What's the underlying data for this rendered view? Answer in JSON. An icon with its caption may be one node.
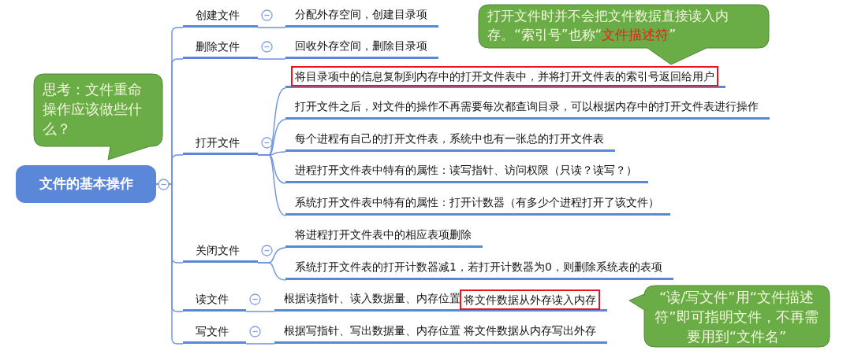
{
  "diagram": {
    "nodes": [
      {
        "text": [
          "文件的基本操作"
        ]
      },
      {
        "text": [
          "创建文件"
        ]
      },
      {
        "text": [
          "分配外存空间，创建目录项"
        ]
      },
      {
        "text": [
          "删除文件"
        ]
      },
      {
        "text": [
          "回收外存空间，删除目录项"
        ]
      },
      {
        "text": [
          "打开文件"
        ]
      },
      {
        "text": [
          "将目录项中的信息复制到内存中的打开文件表中，并将打开文件表的索引号返回给用户"
        ]
      },
      {
        "text": [
          "打开文件之后，对文件的操作不再需要每次都查询目录，可以根据内存中的打开文件表进行操作"
        ]
      },
      {
        "text": [
          "每个进程有自己的打开文件表，系统中也有一张总的打开文件表"
        ]
      },
      {
        "text": [
          "进程打开文件表中特有的属性：读写指针、访问权限（只读？读写？）"
        ]
      },
      {
        "text": [
          "系统打开文件表中特有的属性：打开计数器（有多少个进程打开了该文件）"
        ]
      },
      {
        "text": [
          "关闭文件"
        ]
      },
      {
        "text": [
          "将进程打开文件表中的相应表项删除"
        ]
      },
      {
        "text": [
          "系统打开文件表的打开计数器减1，若打开计数器为0，则删除系统表的表项"
        ]
      },
      {
        "text": [
          "读文件"
        ]
      },
      {
        "text": [
          "根据读指针、读入数据量、内存位置",
          "将文件数据从外存读入内存"
        ]
      },
      {
        "text": [
          "写文件"
        ]
      },
      {
        "text": [
          "根据写指针、写出数据量、内存位置 将文件数据从内存写出外存"
        ]
      },
      {
        "text": [
          "思考：文件重命操作应该做些什么？"
        ]
      },
      {
        "text": [
          "打开文件时并不会把文件数据直接读入内存。“索引号”也称“*文件描述符*”"
        ]
      },
      {
        "text": [
          "“读/写文件”用“文件描述符”即可指明文件，不再需要用到“文件名”"
        ]
      }
    ],
    "edges": [
      {
        "from": 0,
        "to": 1,
        "arrow": "none"
      },
      {
        "from": 0,
        "to": 3,
        "arrow": "none"
      },
      {
        "from": 0,
        "to": 5,
        "arrow": "none"
      },
      {
        "from": 0,
        "to": 11,
        "arrow": "none"
      },
      {
        "from": 0,
        "to": 14,
        "arrow": "none"
      },
      {
        "from": 0,
        "to": 16,
        "arrow": "none"
      },
      {
        "from": 1,
        "to": 2,
        "arrow": "none"
      },
      {
        "from": 3,
        "to": 4,
        "arrow": "none"
      },
      {
        "from": 5,
        "to": 6,
        "arrow": "none"
      },
      {
        "from": 5,
        "to": 7,
        "arrow": "none"
      },
      {
        "from": 5,
        "to": 8,
        "arrow": "none"
      },
      {
        "from": 5,
        "to": 9,
        "arrow": "none"
      },
      {
        "from": 5,
        "to": 10,
        "arrow": "none"
      },
      {
        "from": 11,
        "to": 12,
        "arrow": "none"
      },
      {
        "from": 11,
        "to": 13,
        "arrow": "none"
      },
      {
        "from": 14,
        "to": 15,
        "arrow": "none"
      },
      {
        "from": 16,
        "to": 17,
        "arrow": "none"
      }
    ]
  }
}
